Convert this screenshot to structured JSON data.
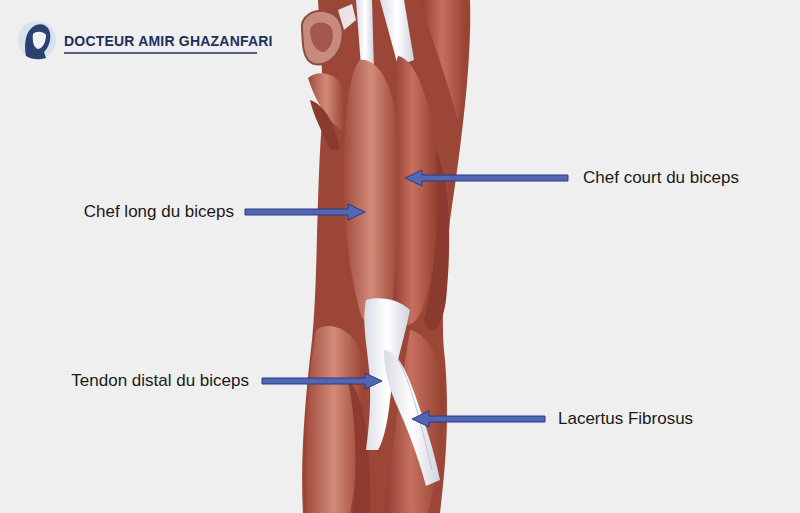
{
  "diagram": {
    "labels": [
      "DOCTEUR AMIR GHAZANFARI",
      "Chef court du biceps",
      "Chef long du biceps",
      "Tendon distal du biceps",
      "Lacertus Fibrosus"
    ]
  }
}
